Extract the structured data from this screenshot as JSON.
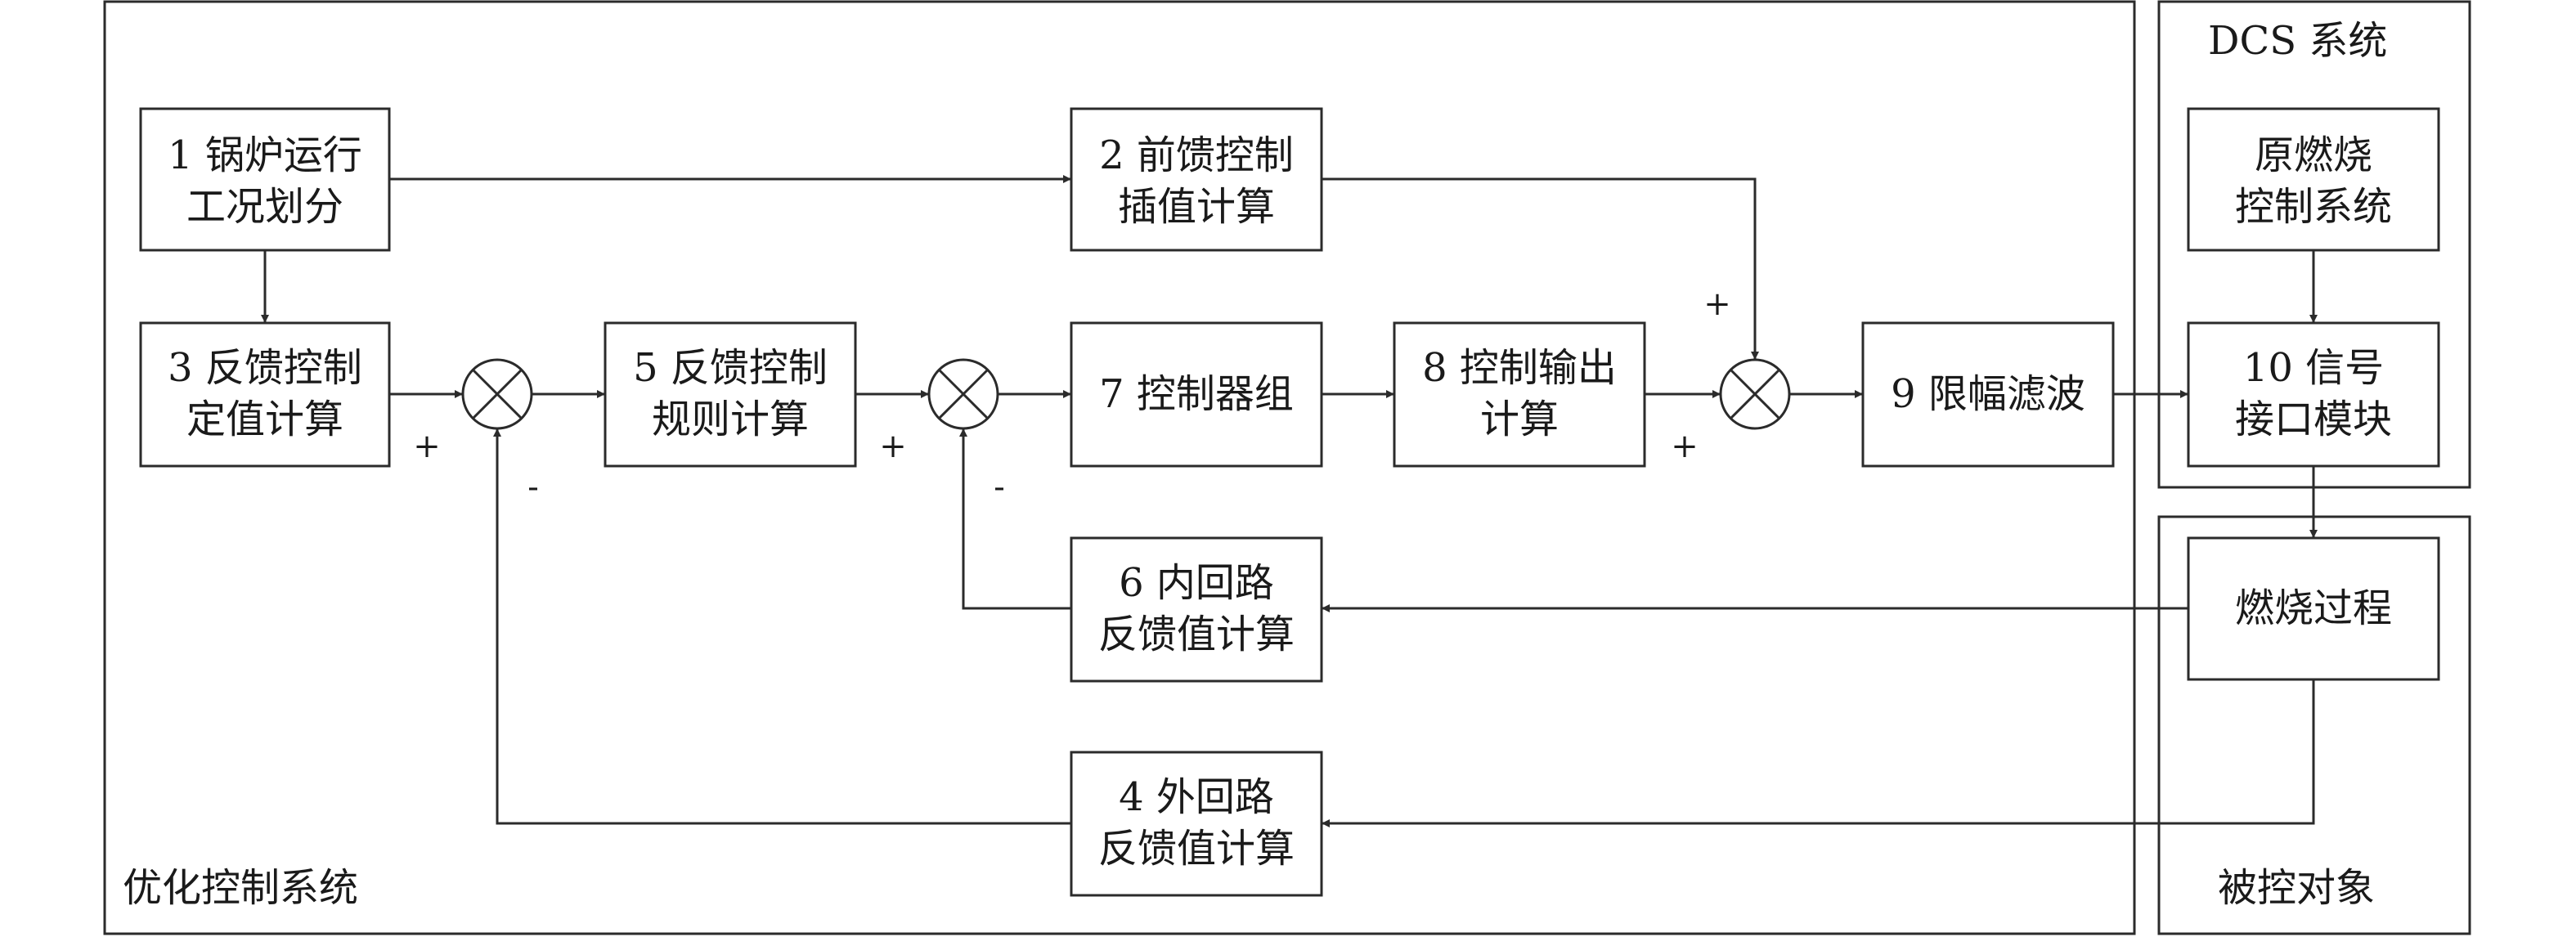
{
  "regions": {
    "optimization_system": "优化控制系统",
    "dcs_system": "DCS 系统",
    "controlled_object": "被控对象"
  },
  "boxes": {
    "b1": [
      "1 锅炉运行",
      "工况划分"
    ],
    "b2": [
      "2 前馈控制",
      "插值计算"
    ],
    "b3": [
      "3 反馈控制",
      "定值计算"
    ],
    "b4": [
      "4 外回路",
      "反馈值计算"
    ],
    "b5": [
      "5 反馈控制",
      "规则计算"
    ],
    "b6": [
      "6 内回路",
      "反馈值计算"
    ],
    "b7": [
      "7 控制器组"
    ],
    "b8": [
      "8 控制输出",
      "计算"
    ],
    "b9": [
      "9 限幅滤波"
    ],
    "b10": [
      "10 信号",
      "接口模块"
    ],
    "orig": [
      "原燃烧",
      "控制系统"
    ],
    "combustion": [
      "燃烧过程"
    ]
  },
  "signs": {
    "j1_plus": "+",
    "j1_minus": "-",
    "j2_plus": "+",
    "j2_minus": "-",
    "j3_plus_top": "+",
    "j3_plus_left": "+"
  }
}
